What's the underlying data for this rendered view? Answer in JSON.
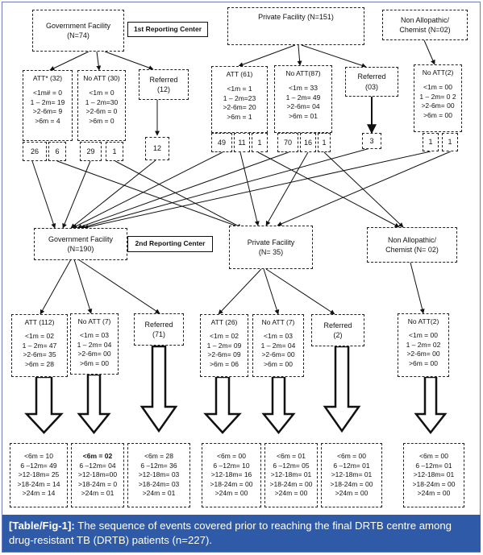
{
  "first_reporting_center": {
    "label": "1st Reporting Center",
    "government": {
      "name": "Government Facility",
      "n": "(N=74)"
    },
    "private": {
      "name": "Private Facility (N=151)"
    },
    "non_allopathic": {
      "line1": "Non Allopathic/",
      "line2": "Chemist (N=02)"
    }
  },
  "gov1": {
    "att": {
      "label": "ATT* (32)",
      "rows": [
        "<1m# = 0",
        "1 – 2m= 19",
        ">2-6m= 9",
        ">6m  = 4"
      ],
      "out": [
        "26",
        "6"
      ]
    },
    "noatt": {
      "label": "No ATT (30)",
      "rows": [
        "<1m = 0",
        "1 – 2m=30",
        ">2-6m = 0",
        ">6m = 0"
      ],
      "out": [
        "29",
        "1"
      ]
    },
    "referred": {
      "label": "Referred",
      "count": "(12)",
      "out": "12"
    }
  },
  "priv1": {
    "att": {
      "label": "ATT (61)",
      "rows": [
        "<1m = 1",
        "1 – 2m=23",
        ">2-6m= 20",
        ">6m  = 1"
      ],
      "out": [
        "49",
        "11",
        "1"
      ]
    },
    "noatt": {
      "label": "No ATT(87)",
      "rows": [
        "<1m = 33",
        "1 – 2m= 49",
        ">2-6m= 04",
        ">6m = 01"
      ],
      "out": [
        "70",
        "16",
        "1"
      ]
    },
    "referred": {
      "label": "Referred",
      "count": "(03)",
      "out": "3"
    }
  },
  "nonallo1": {
    "noatt": {
      "label": "No ATT(2)",
      "rows": [
        "<1m = 00",
        "1 – 2m= 0 2",
        ">2-6m= 00",
        ">6m = 00"
      ],
      "out": [
        "1",
        "1"
      ]
    }
  },
  "second_reporting_center": {
    "label": "2nd Reporting Center",
    "government": {
      "name": "Government Facility",
      "n": "(N=190)"
    },
    "private": {
      "name": "Private Facility",
      "n": "(N= 35)"
    },
    "non_allopathic": {
      "line1": "Non Allopathic/",
      "line2": "Chemist (N= 02)"
    }
  },
  "gov2": {
    "att": {
      "label": "ATT (112)",
      "rows": [
        "<1m = 02",
        "1 – 2m= 47",
        ">2-6m= 35",
        ">6m  = 28"
      ],
      "final": [
        "<6m = 10",
        "6 –12m= 49",
        ">12-18m= 25",
        ">18-24m  = 14",
        ">24m = 14"
      ]
    },
    "noatt": {
      "label": "No ATT (7)",
      "rows": [
        "<1m = 03",
        "1 – 2m= 04",
        ">2-6m= 00",
        ">6m = 00"
      ],
      "final": [
        "<6m = 02",
        "6 –12m= 04",
        ">12-18m=00",
        ">18-24m  = 0",
        ">24m = 01"
      ]
    },
    "referred": {
      "label": "Referred",
      "count": "(71)",
      "final": [
        "<6m = 28",
        "6 –12m= 36",
        ">12-18m= 03",
        ">18-24m= 03",
        ">24m = 01"
      ]
    }
  },
  "priv2": {
    "att": {
      "label": "ATT (26)",
      "rows": [
        "<1m = 02",
        "1 – 2m= 09",
        ">2-6m= 09",
        ">6m = 06"
      ],
      "final": [
        "<6m = 00",
        "6 –12m= 10",
        ">12-18m= 16",
        ">18-24m = 00",
        ">24m = 00"
      ]
    },
    "noatt": {
      "label": "No ATT (7)",
      "rows": [
        "<1m = 03",
        "1 – 2m= 04",
        ">2-6m= 00",
        ">6m = 00"
      ],
      "final": [
        "<6m = 01",
        "6 –12m= 05",
        ">12-18m= 01",
        ">18-24m = 00",
        ">24m = 00"
      ]
    },
    "referred": {
      "label": "Referred",
      "count": "(2)",
      "final": [
        "<6m = 00",
        "6 –12m= 01",
        ">12-18m= 01",
        ">18-24m  = 00",
        ">24m = 00"
      ]
    }
  },
  "nonallo2": {
    "noatt": {
      "label": "No ATT(2)",
      "rows": [
        "<1m = 00",
        "1 – 2m= 02",
        ">2-6m= 00",
        ">6m  = 00"
      ],
      "final": [
        "<6m = 00",
        "6 –12m= 01",
        ">12-18m= 01",
        ">18-24m  = 00",
        ">24m = 00"
      ]
    }
  },
  "caption": {
    "label": "[Table/Fig-1]:",
    "text": " The sequence of events covered prior to reaching the final DRTB centre among drug-resistant TB (DRTB) patients (n=227)."
  },
  "colors": {
    "caption_bg": "#2f5aa8",
    "frame": "#6b7dbf",
    "line": "#111111"
  }
}
